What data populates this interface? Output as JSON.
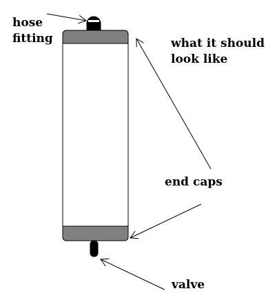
{
  "labels": {
    "hose_fitting_line1": "hose",
    "hose_fitting_line2": "fitting",
    "what_line1": "what it should",
    "what_line2": "look like",
    "end_caps": "end caps",
    "valve": "valve"
  },
  "colors": {
    "cap_fill": "#808080",
    "outline": "#000000",
    "fitting_fill": "#000000",
    "background": "#ffffff"
  }
}
